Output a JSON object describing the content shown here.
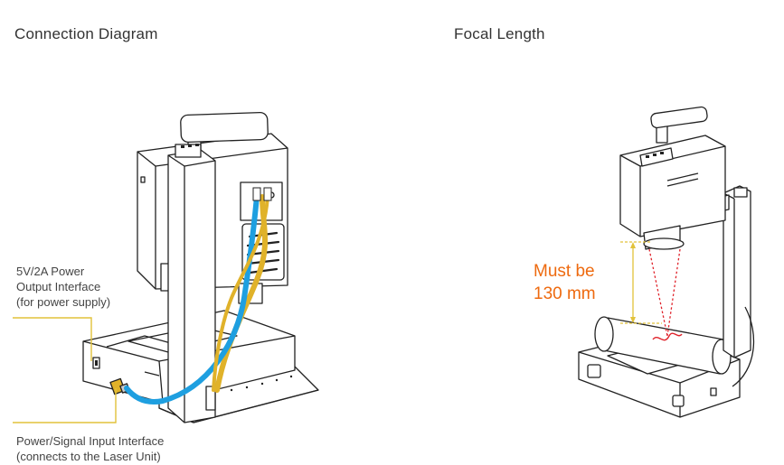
{
  "connection_diagram": {
    "title": "Connection Diagram",
    "callouts": {
      "power_output": {
        "line1": "5V/2A Power",
        "line2": "Output Interface",
        "line3": "(for power supply)"
      },
      "power_input": {
        "line1": "Power/Signal Input Interface",
        "line2": "(connects to the Laser Unit)"
      }
    }
  },
  "focal_length": {
    "title": "Focal Length",
    "label_line1": "Must be",
    "label_line2": "130 mm"
  },
  "colors": {
    "cable_blue": "#1e9fe0",
    "cable_yellow": "#e0b22a",
    "leader_yellow": "#e2c23a",
    "focal_orange": "#ee6a0f",
    "laser_red": "#e0242c",
    "outline": "#222222"
  }
}
